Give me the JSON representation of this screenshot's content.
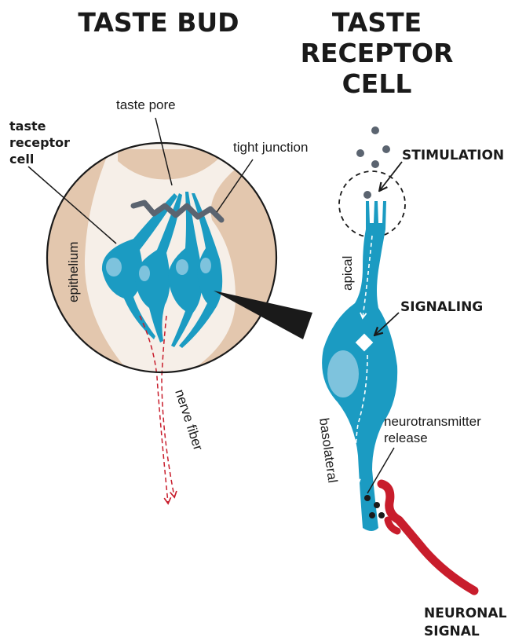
{
  "titles": {
    "taste_bud": "TASTE BUD",
    "taste_receptor_cell": [
      "TASTE",
      "RECEPTOR",
      "CELL"
    ]
  },
  "taste_bud_labels": {
    "taste_pore": "taste pore",
    "tight_junction": "tight junction",
    "taste_receptor_cell": [
      "taste",
      "receptor",
      "cell"
    ],
    "epithelium": "epithelium",
    "nerve_fiber": "nerve fiber"
  },
  "receptor_cell_labels": {
    "stimulation": "STIMULATION",
    "apical": "apical",
    "signaling": "SIGNALING",
    "neurotransmitter_release": [
      "neurotransmitter",
      "release"
    ],
    "basolateral": "basolateral",
    "neuronal_signal": [
      "NEURONAL",
      "SIGNAL"
    ]
  },
  "colors": {
    "cell": "#1b9bc2",
    "nucleus": "#7ec3dd",
    "epithelium": "#e3c7ae",
    "circle_background": "#f6efe8",
    "nerve": "#c81d2c",
    "tight_junction": "#5b6470"
  }
}
